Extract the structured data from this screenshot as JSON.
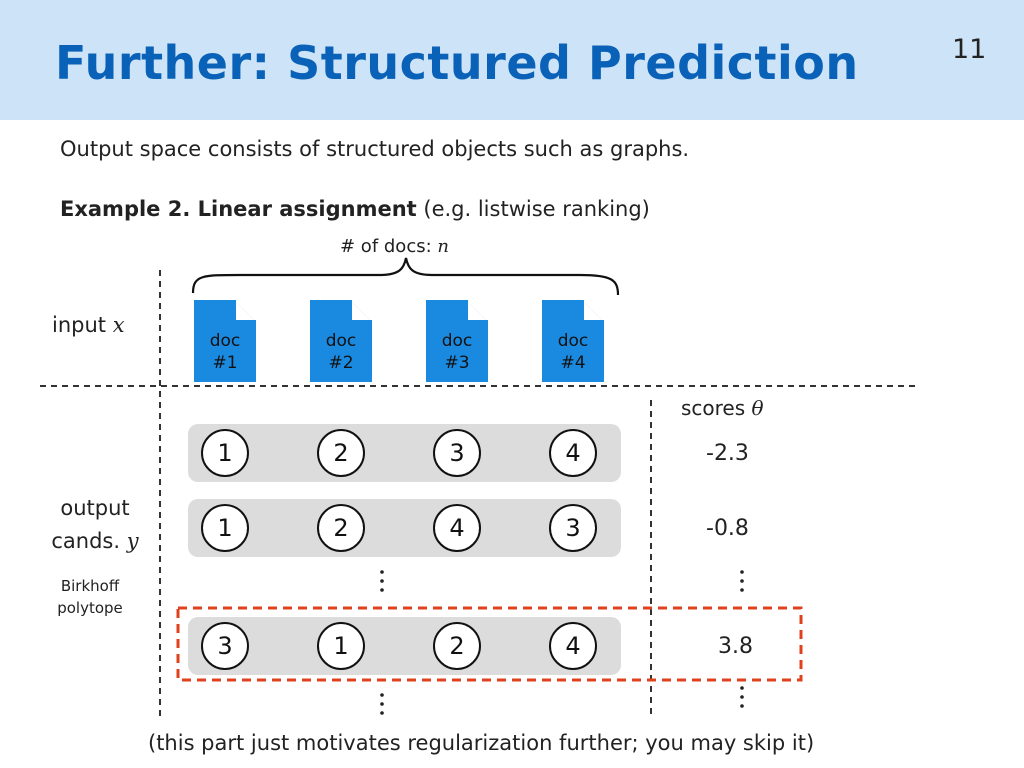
{
  "slide": {
    "title": "Further: Structured Prediction",
    "page_number": "11",
    "intro": "Output space consists of structured objects such as graphs.",
    "example_bold": "Example 2. Linear assignment",
    "example_rest": " (e.g. listwise ranking)",
    "doc_count_text": "# of docs: ",
    "doc_count_var": "n",
    "input_text": "input ",
    "input_var": "x",
    "output_line1": "output",
    "output_line2_text": "cands. ",
    "output_var": "y",
    "birkhoff_line1": "Birkhoff",
    "birkhoff_line2": "polytope",
    "scores_text": "scores ",
    "scores_var": "θ",
    "footer": "(this part just motivates regularization further; you may skip it)"
  },
  "docs": [
    {
      "name": "doc",
      "number": "#1"
    },
    {
      "name": "doc",
      "number": "#2"
    },
    {
      "name": "doc",
      "number": "#3"
    },
    {
      "name": "doc",
      "number": "#4"
    }
  ],
  "rows": [
    {
      "perm": [
        "1",
        "2",
        "3",
        "4"
      ],
      "score": "-2.3"
    },
    {
      "perm": [
        "1",
        "2",
        "4",
        "3"
      ],
      "score": "-0.8"
    },
    {
      "perm": [
        "3",
        "1",
        "2",
        "4"
      ],
      "score": "3.8"
    }
  ],
  "colors": {
    "title": "#0a62b8",
    "header_band": "#cde3f7",
    "doc_icon": "#1a8ae0",
    "highlight": "#e0401c",
    "row_background": "#dcdcdc"
  }
}
